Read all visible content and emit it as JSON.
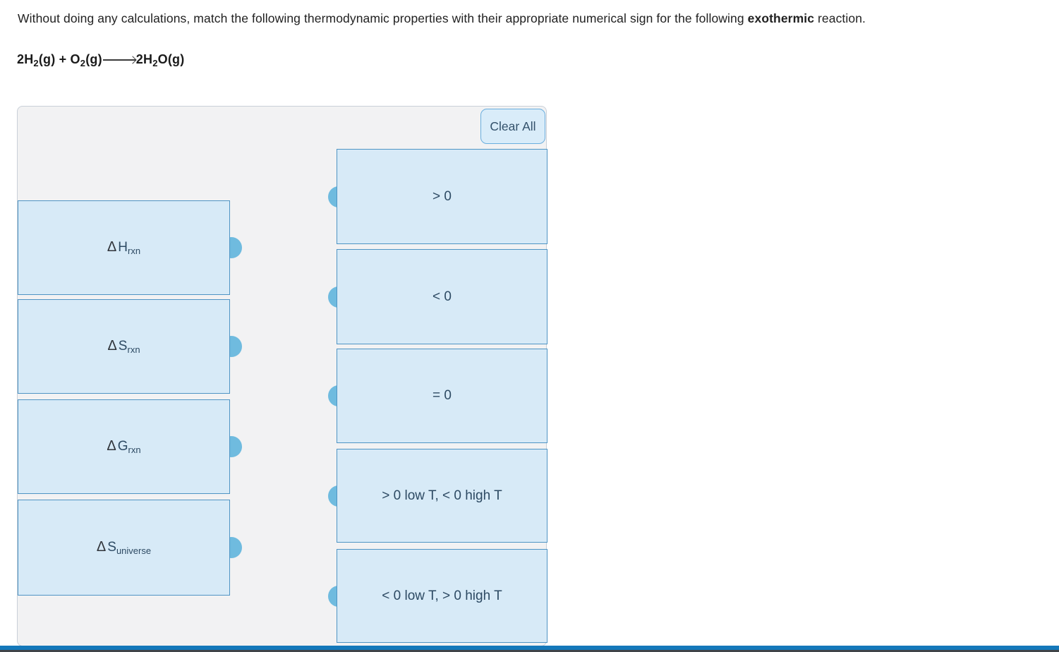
{
  "prompt": {
    "before": "Without doing any calculations, match the following thermodynamic properties with their appropriate numerical sign for the following ",
    "emphasis": "exothermic",
    "after": " reaction."
  },
  "equation": {
    "segments": [
      {
        "type": "text",
        "value": "2H"
      },
      {
        "type": "sub",
        "value": "2"
      },
      {
        "type": "text",
        "value": "(g) + O"
      },
      {
        "type": "sub",
        "value": "2"
      },
      {
        "type": "text",
        "value": "(g)"
      },
      {
        "type": "arrow"
      },
      {
        "type": "text",
        "value": "2H"
      },
      {
        "type": "sub",
        "value": "2"
      },
      {
        "type": "text",
        "value": "O(g)"
      }
    ]
  },
  "match": {
    "clear_all_label": "Clear All",
    "left_items": [
      {
        "delta": "Δ",
        "symbol": "H",
        "subscript": "rxn"
      },
      {
        "delta": "Δ",
        "symbol": "S",
        "subscript": "rxn"
      },
      {
        "delta": "Δ",
        "symbol": "G",
        "subscript": "rxn"
      },
      {
        "delta": "Δ",
        "symbol": "S",
        "subscript": "universe"
      }
    ],
    "right_items": [
      {
        "label": "> 0"
      },
      {
        "label": "< 0"
      },
      {
        "label": "= 0"
      },
      {
        "label": "> 0 low T, < 0 high T"
      },
      {
        "label": "< 0 low T, > 0 high T"
      }
    ]
  },
  "colors": {
    "box_background": "#d7eaf7",
    "box_border": "#4f94c4",
    "connector_dot": "#6fbbdf",
    "panel_background": "#f2f2f3",
    "panel_border": "#c9d0d8",
    "button_background": "#d9ecf9",
    "button_border": "#6aaede",
    "label_text": "#2d4a63",
    "bottom_bar_blue": "#1478ba",
    "bottom_bar_dark": "#3f4448"
  }
}
